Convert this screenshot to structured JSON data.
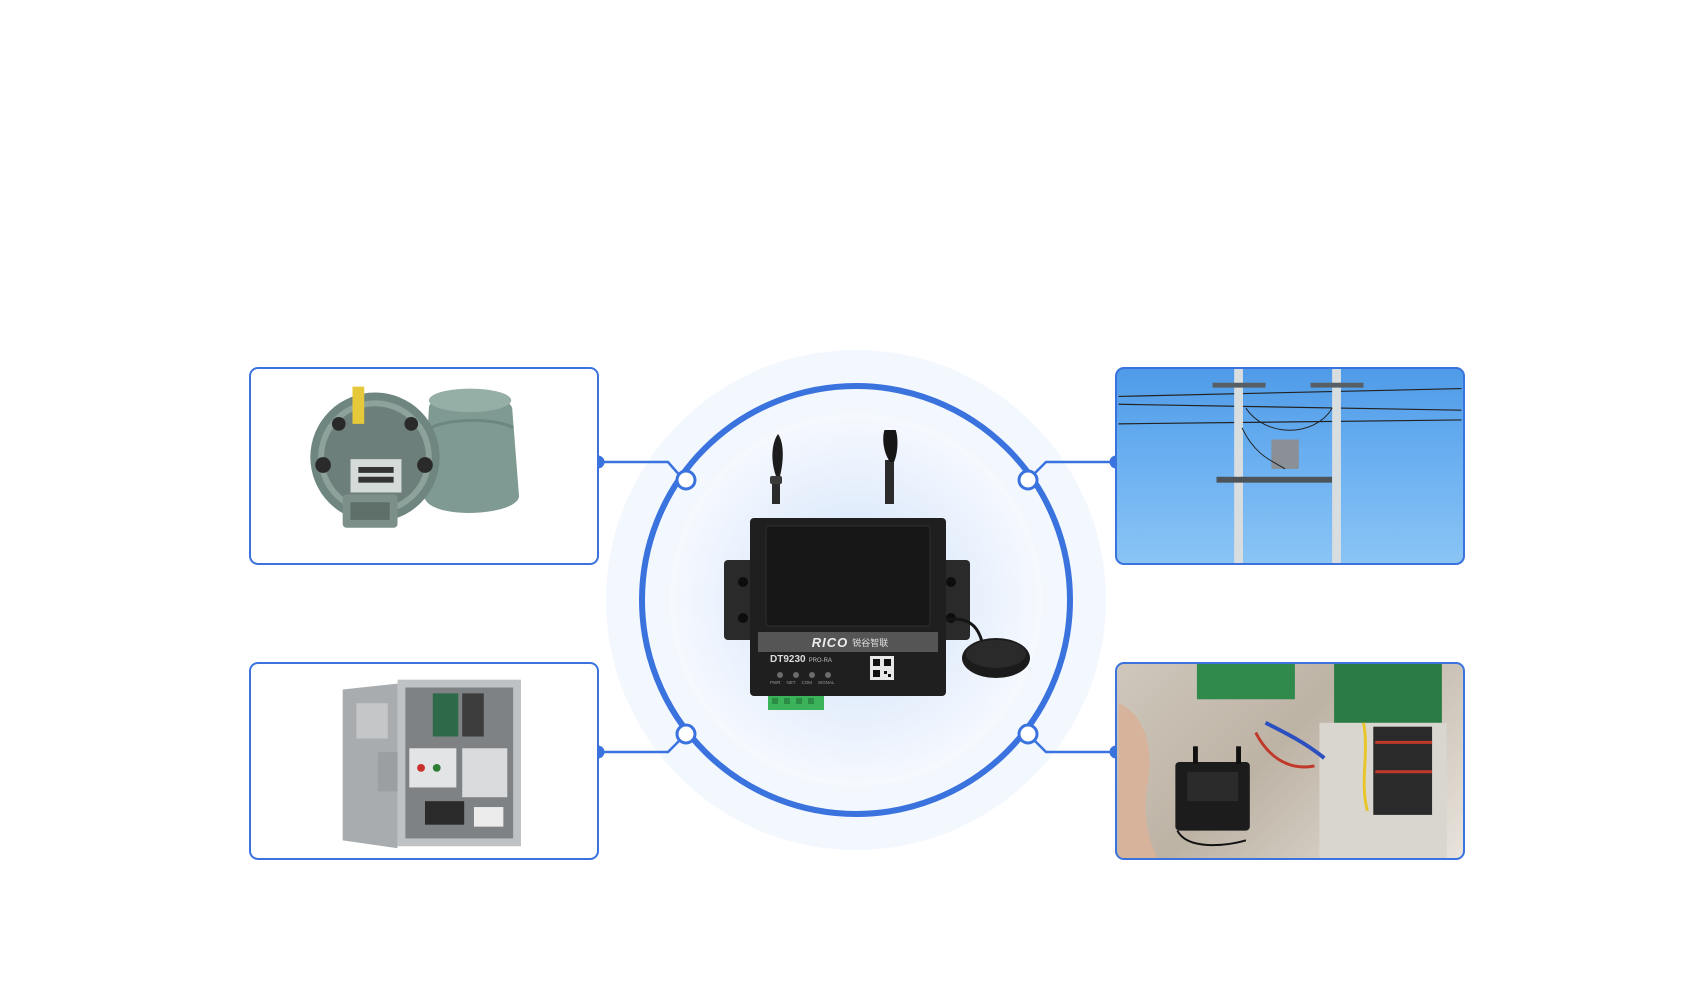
{
  "center_device": {
    "brand": "RICO",
    "brand_suffix": "锐谷智联",
    "model": "DT9230",
    "model_suffix": "PRO-RA",
    "indicator_labels": [
      "PWR",
      "NET",
      "COM",
      "SIGNAL"
    ]
  },
  "connected_items": [
    {
      "icon": "electric-meter-icon",
      "position": "top-left"
    },
    {
      "icon": "utility-pole-icon",
      "position": "top-right"
    },
    {
      "icon": "control-cabinet-icon",
      "position": "bottom-left"
    },
    {
      "icon": "installation-photo-icon",
      "position": "bottom-right"
    }
  ],
  "colors": {
    "accent": "#3a72de",
    "halo": "#eaf2fd"
  }
}
